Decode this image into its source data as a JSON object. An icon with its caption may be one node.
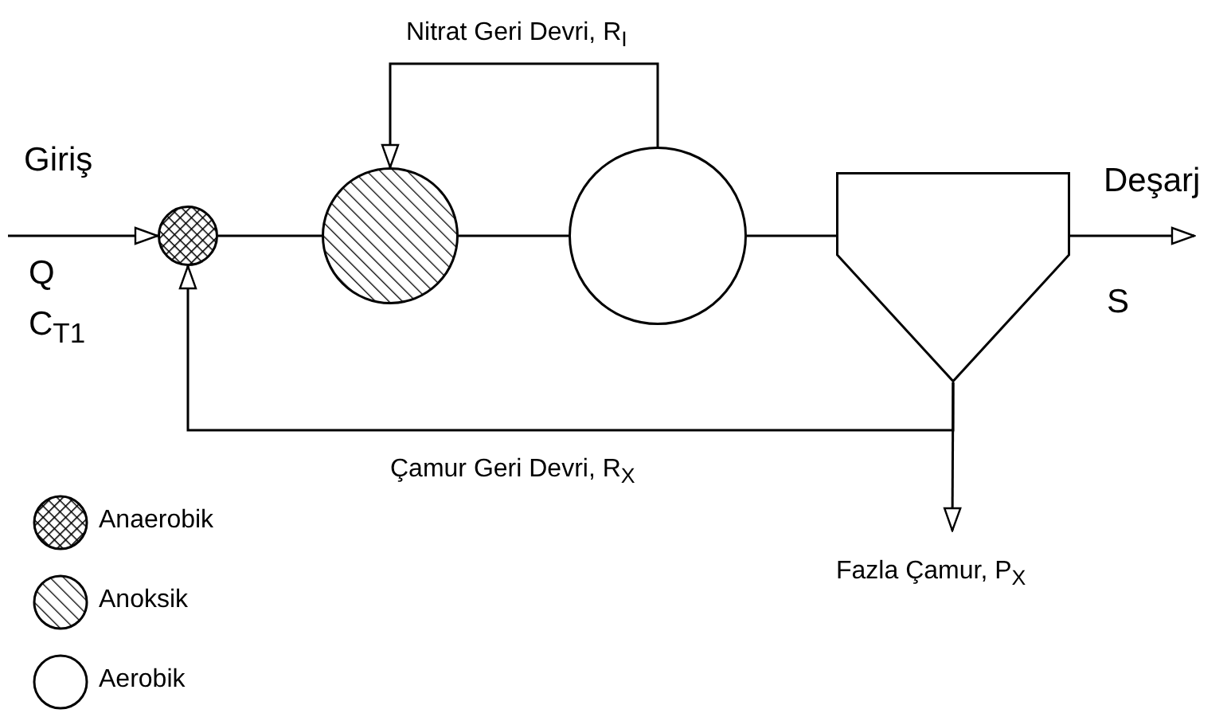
{
  "diagram": {
    "nodes": [
      {
        "text": [],
        "shape": "circle"
      },
      {
        "text": [],
        "shape": "circle"
      },
      {
        "text": [],
        "shape": "circle"
      },
      {
        "text": [],
        "shape": "funnel"
      }
    ],
    "edges": [
      {
        "from": null,
        "to": 0,
        "arrow": "to",
        "label": "Giriş"
      },
      {
        "from": 0,
        "to": 1,
        "arrow": "none"
      },
      {
        "from": 1,
        "to": 2,
        "arrow": "none"
      },
      {
        "from": 2,
        "to": 3,
        "arrow": "none"
      },
      {
        "from": 2,
        "to": 1,
        "arrow": "to",
        "label": "Nitrat Geri Devri, R$_{I}$"
      },
      {
        "from": 3,
        "to": null,
        "arrow": "to",
        "label": "Deşarj"
      },
      {
        "from": 3,
        "to": 0,
        "arrow": "to",
        "label": "Çamur Geri Devri, R$_{X}$"
      },
      {
        "from": 3,
        "to": null,
        "arrow": "to",
        "label": "Fazla Çamur, P$_{X}$"
      }
    ],
    "labels": [
      "Q",
      "C$_{T1}$",
      "S"
    ],
    "legend": [
      {
        "text": "Anaerobik"
      },
      {
        "text": "Anoksik"
      },
      {
        "text": "Aerobik"
      }
    ]
  }
}
